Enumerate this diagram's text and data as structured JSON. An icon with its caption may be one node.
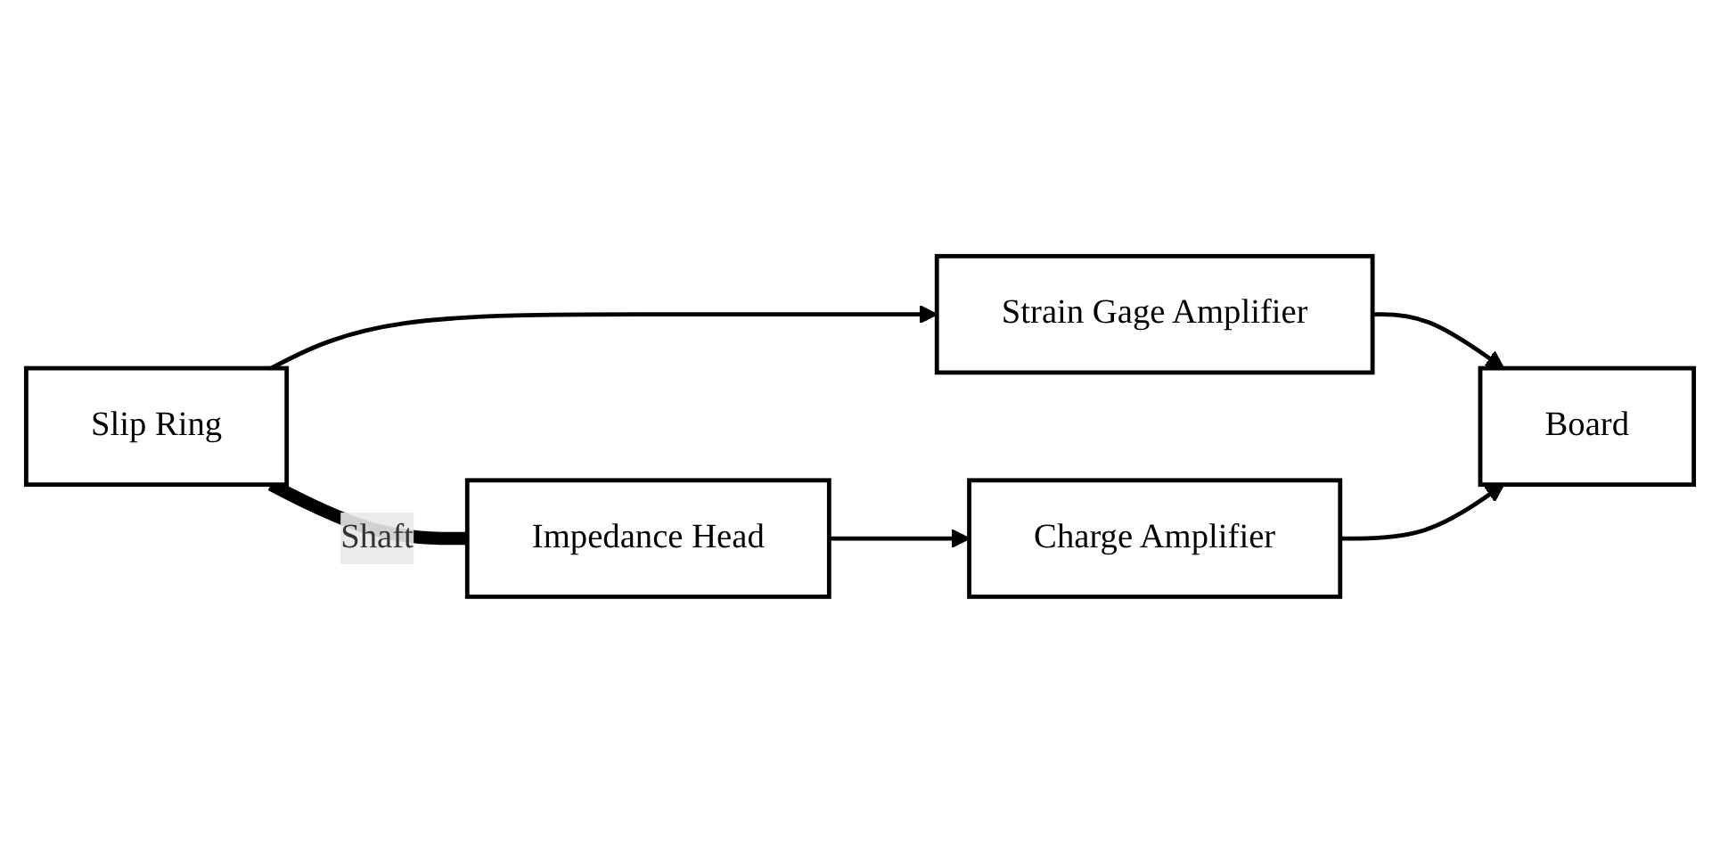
{
  "diagram": {
    "nodes": [
      {
        "text": [
          "Slip Ring"
        ]
      },
      {
        "text": [
          "Strain Gage Amplifier"
        ]
      },
      {
        "text": [
          "Board"
        ]
      },
      {
        "text": [
          "Impedance Head"
        ]
      },
      {
        "text": [
          "Charge Amplifier"
        ]
      }
    ],
    "edges": [
      {
        "from": 0,
        "to": 1,
        "arrow": "to"
      },
      {
        "from": 1,
        "to": 2,
        "arrow": "to"
      },
      {
        "from": 0,
        "to": 3,
        "arrow": "none",
        "style": "thick",
        "label": "Shaft"
      },
      {
        "from": 3,
        "to": 4,
        "arrow": "to"
      },
      {
        "from": 4,
        "to": 2,
        "arrow": "to"
      }
    ]
  }
}
